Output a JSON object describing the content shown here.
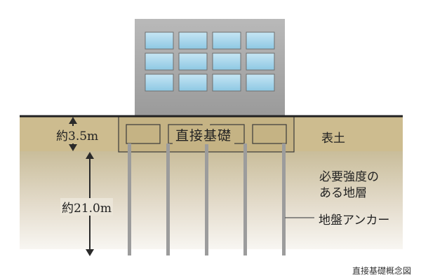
{
  "colors": {
    "topsoil": "#cdbc8f",
    "building": "#a7a7a7",
    "window": "#a7d6ec",
    "pile": "#9c9c9c",
    "ground_line": "#222222",
    "dark_arrow": "#2a2a2a",
    "leader_line": "#555555"
  },
  "labels": {
    "depth_topsoil": "約3.5m",
    "depth_bearing": "約21.0m",
    "foundation": "直接基礎",
    "topsoil": "表土",
    "bearing_layer_line1": "必要強度の",
    "bearing_layer_line2": "ある地層",
    "ground_anchor": "地盤アンカー",
    "caption": "直接基礎概念図"
  },
  "building": {
    "window_rows": 3,
    "window_cols": 4
  },
  "foundation": {
    "block_count": 4
  },
  "anchors": {
    "pile_count": 5
  }
}
